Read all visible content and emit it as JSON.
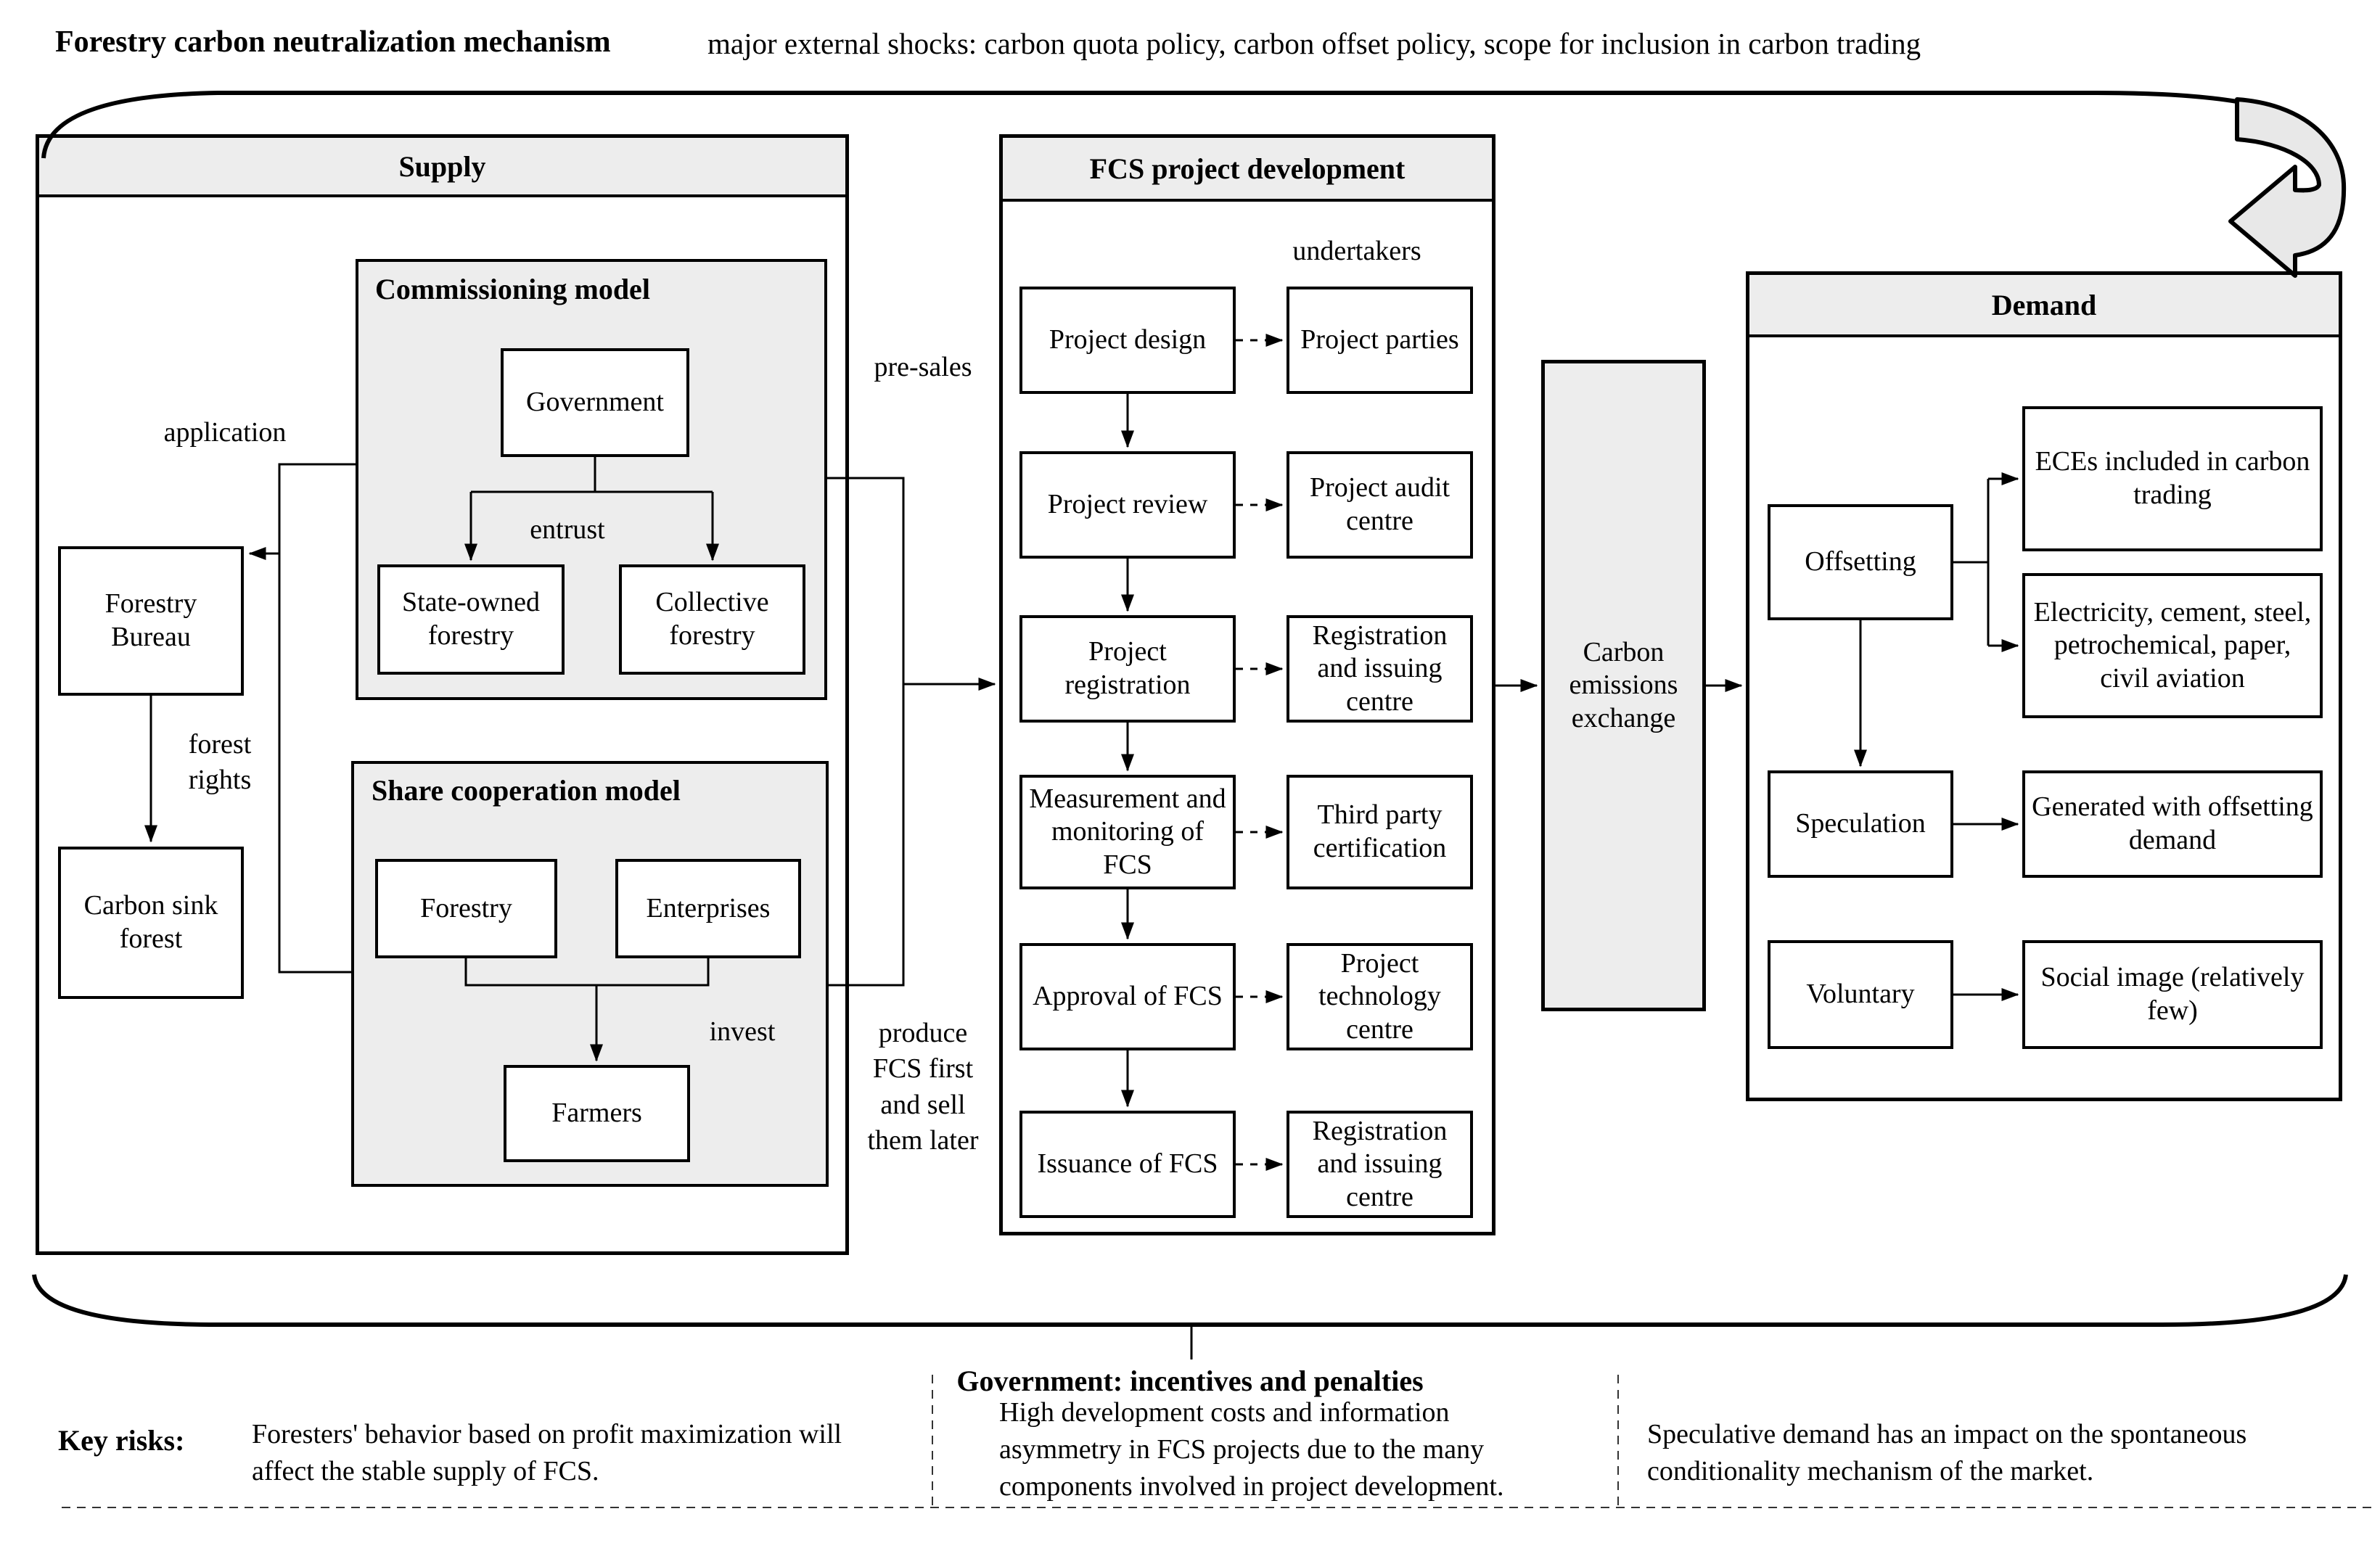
{
  "header": {
    "title": "Forestry carbon neutralization mechanism",
    "shocks": "major external shocks: carbon quota policy, carbon offset policy, scope for inclusion in carbon trading"
  },
  "supply": {
    "title": "Supply",
    "application": "application",
    "forestry_bureau": "Forestry Bureau",
    "forest_rights": "forest\nrights",
    "carbon_sink_forest": "Carbon sink forest",
    "commissioning": {
      "title": "Commissioning model",
      "government": "Government",
      "entrust": "entrust",
      "state_owned": "State-owned forestry",
      "collective": "Collective forestry"
    },
    "share": {
      "title": "Share cooperation model",
      "forestry": "Forestry",
      "enterprises": "Enterprises",
      "invest": "invest",
      "farmers": "Farmers"
    }
  },
  "fcs": {
    "title": "FCS project development",
    "undertakers": "undertakers",
    "pre_sales": "pre-sales",
    "produce_note": "produce\nFCS first\nand sell\nthem later",
    "steps": [
      {
        "step": "Project design",
        "partner": "Project parties"
      },
      {
        "step": "Project review",
        "partner": "Project audit centre"
      },
      {
        "step": "Project registration",
        "partner": "Registration and issuing centre"
      },
      {
        "step": "Measurement and monitoring of FCS",
        "partner": "Third party certification"
      },
      {
        "step": "Approval of FCS",
        "partner": "Project technology centre"
      },
      {
        "step": "Issuance of FCS",
        "partner": "Registration and issuing centre"
      }
    ]
  },
  "exchange": {
    "label": "Carbon emissions exchange"
  },
  "demand": {
    "title": "Demand",
    "offsetting": "Offsetting",
    "eces": "ECEs included in carbon trading",
    "industries": "Electricity, cement, steel, petrochemical, paper, civil aviation",
    "speculation": "Speculation",
    "generated": "Generated with offsetting demand",
    "voluntary": "Voluntary",
    "social": "Social image (relatively few)"
  },
  "footer": {
    "government_note": "Government: incentives and penalties"
  },
  "key_risks": {
    "label": "Key risks:",
    "items": [
      "Foresters' behavior based on profit maximization will affect the stable supply of FCS.",
      "High development costs and information asymmetry in FCS projects due to the many components involved in project development.",
      "Speculative demand has an impact on the spontaneous conditionality mechanism of the market."
    ]
  },
  "colors": {
    "line": "#000000",
    "box_fill": "#ffffff",
    "panel_fill": "#ededed",
    "page_bg": "#ffffff"
  }
}
